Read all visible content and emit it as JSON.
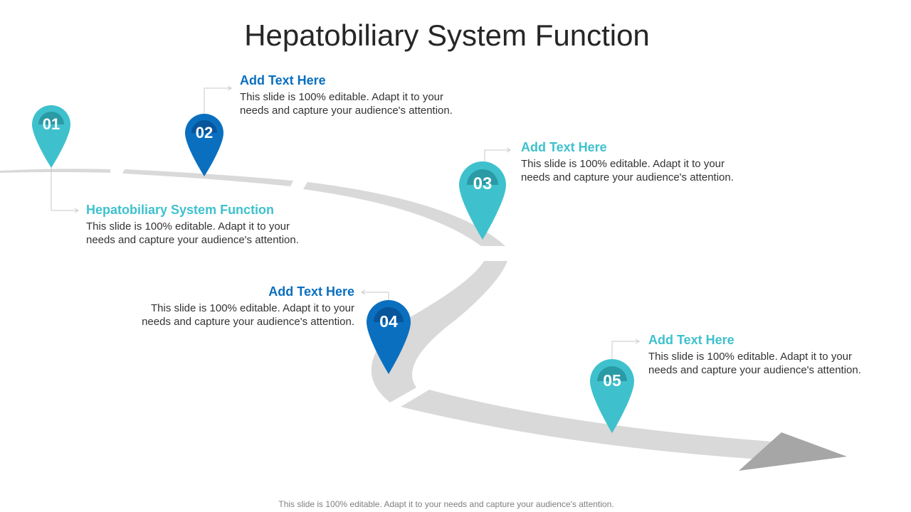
{
  "title": "Hepatobiliary System Function",
  "footer": "This slide is 100% editable. Adapt it to your needs and capture your audience's attention.",
  "colors": {
    "teal": "#3ec1cd",
    "blue": "#0a6fbf",
    "road": "#d9d9d9",
    "arrow_head": "#a6a6a6"
  },
  "steps": [
    {
      "number": "01",
      "heading": "Hepatobiliary System Function",
      "body_line1": "This slide is 100% editable. Adapt it to your",
      "body_line2": "needs and capture your audience's attention.",
      "color": "#3ec1cd"
    },
    {
      "number": "02",
      "heading": "Add Text Here",
      "body_line1": "This slide is 100% editable. Adapt it to your",
      "body_line2": "needs and capture your audience's attention.",
      "color": "#0a6fbf"
    },
    {
      "number": "03",
      "heading": "Add Text Here",
      "body_line1": "This slide is 100% editable. Adapt it to your",
      "body_line2": "needs and capture your audience's attention.",
      "color": "#3ec1cd"
    },
    {
      "number": "04",
      "heading": "Add Text Here",
      "body_line1": "This slide is 100% editable. Adapt it to your",
      "body_line2": "needs and capture your audience's attention.",
      "color": "#0a6fbf"
    },
    {
      "number": "05",
      "heading": "Add Text Here",
      "body_line1": "This slide is 100% editable. Adapt it to your",
      "body_line2": "needs and capture your audience's attention.",
      "color": "#3ec1cd"
    }
  ]
}
